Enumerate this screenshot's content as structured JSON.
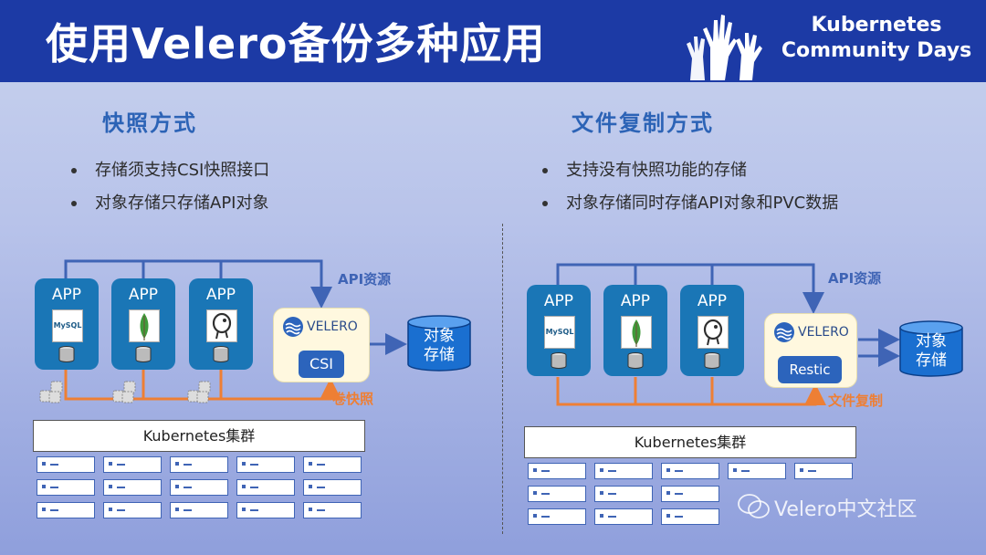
{
  "header": {
    "title": "使用Velero备份多种应用",
    "brand_line1": "Kubernetes",
    "brand_line2": "Community Days"
  },
  "left": {
    "section_title": "快照方式",
    "bullets": [
      "存储须支持CSI快照接口",
      "对象存储只存储API对象"
    ],
    "apps": [
      "APP",
      "APP",
      "APP"
    ],
    "app_logos": [
      "mysql-logo",
      "mongodb-logo",
      "postgresql-logo"
    ],
    "velero_label": "VELERO",
    "plugin_label": "CSI",
    "storage_line1": "对象",
    "storage_line2": "存储",
    "api_label": "API资源",
    "data_label": "卷快照",
    "cluster_label": "Kubernetes集群"
  },
  "right": {
    "section_title": "文件复制方式",
    "bullets": [
      "支持没有快照功能的存储",
      "对象存储同时存储API对象和PVC数据"
    ],
    "apps": [
      "APP",
      "APP",
      "APP"
    ],
    "app_logos": [
      "mysql-logo",
      "mongodb-logo",
      "postgresql-logo"
    ],
    "velero_label": "VELERO",
    "plugin_label": "Restic",
    "storage_line1": "对象",
    "storage_line2": "存储",
    "api_label": "API资源",
    "data_label": "文件复制",
    "cluster_label": "Kubernetes集群"
  },
  "mysql_text": "MySQL",
  "watermark": "Velero中文社区",
  "colors": {
    "header_bg": "#1c3aa5",
    "api_line": "#3f64b5",
    "data_line": "#ee7f34",
    "app_box": "#1a76b6",
    "section_title": "#2c63b6"
  }
}
